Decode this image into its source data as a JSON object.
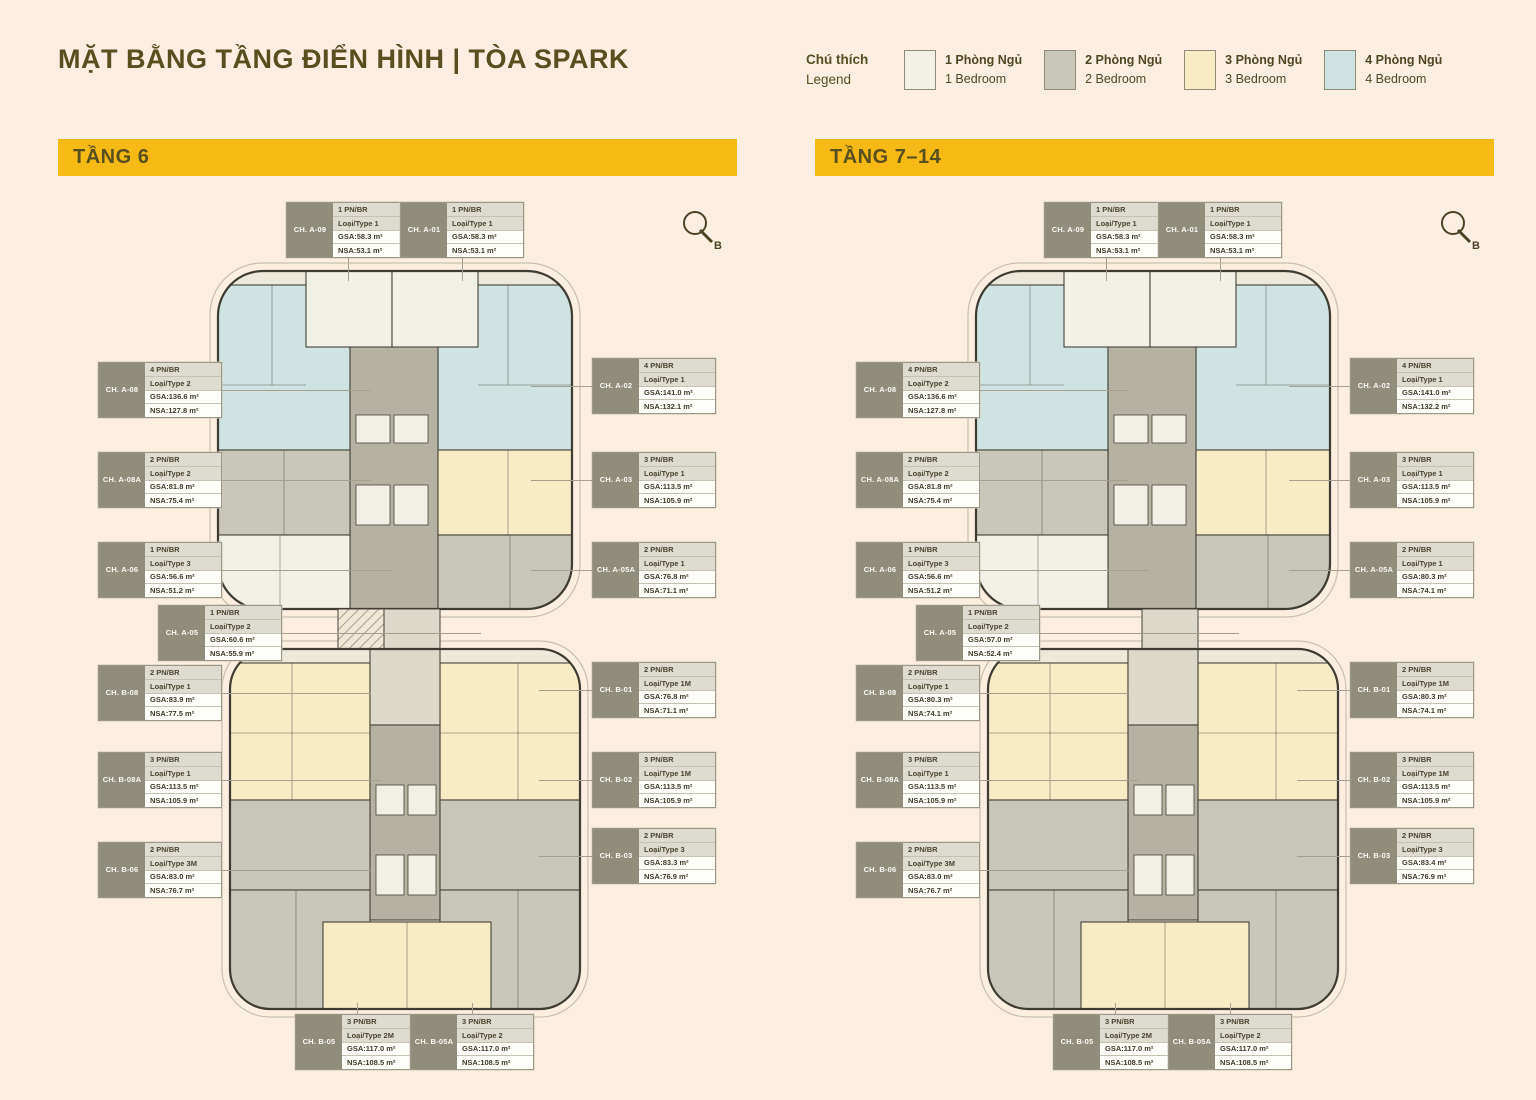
{
  "page": {
    "title": "MẶT BẰNG TẦNG ĐIỂN HÌNH | TÒA SPARK"
  },
  "legend": {
    "title_vi": "Chú thích",
    "title_en": "Legend",
    "items": [
      {
        "key": "1br",
        "label_vi": "1 Phòng Ngủ",
        "label_en": "1 Bedroom",
        "color": "#f2f1e8"
      },
      {
        "key": "2br",
        "label_vi": "2 Phòng Ngủ",
        "label_en": "2 Bedroom",
        "color": "#c9c6ba"
      },
      {
        "key": "3br",
        "label_vi": "3 Phòng Ngủ",
        "label_en": "3 Bedroom",
        "color": "#f7ecc4"
      },
      {
        "key": "4br",
        "label_vi": "4 Phòng Ngủ",
        "label_en": "4 Bedroom",
        "color": "#cfe4e2"
      }
    ]
  },
  "compass": {
    "label": "B"
  },
  "label_fields": {
    "gsa": "GSA",
    "nsa": "NSA",
    "sep": " : "
  },
  "plan_colors": {
    "base": "#ece9db",
    "core": "#b5b2a3",
    "corridor": "#dcd9ca",
    "wall": "#45423a",
    "outline": "#3e3b32",
    "balcony": "#c6c0ae",
    "hatch_line": "#8e8878",
    "hatch_bg": "#f0e8d6",
    "elevator": "#f2f0e6",
    "leader": "#a69f8e"
  },
  "floors": [
    {
      "banner": "TẦNG 6",
      "units": [
        {
          "id": "CH. A-09",
          "cat": "1br",
          "br": "1 PN/BR",
          "type": "Loại/Type 1",
          "gsa": "58.3 m²",
          "nsa": "53.1 m²"
        },
        {
          "id": "CH. A-01",
          "cat": "1br",
          "br": "1 PN/BR",
          "type": "Loại/Type 1",
          "gsa": "58.3 m²",
          "nsa": "53.1 m²"
        },
        {
          "id": "CH. A-08",
          "cat": "4br",
          "br": "4 PN/BR",
          "type": "Loại/Type 2",
          "gsa": "136.6 m²",
          "nsa": "127.8 m²"
        },
        {
          "id": "CH. A-08A",
          "cat": "2br",
          "br": "2 PN/BR",
          "type": "Loại/Type 2",
          "gsa": "81.8 m²",
          "nsa": "75.4 m²"
        },
        {
          "id": "CH. A-06",
          "cat": "1br",
          "br": "1 PN/BR",
          "type": "Loại/Type 3",
          "gsa": "56.6 m²",
          "nsa": "51.2 m²"
        },
        {
          "id": "CH. A-05",
          "cat": "1br",
          "br": "1 PN/BR",
          "type": "Loại/Type 2",
          "gsa": "60.6 m²",
          "nsa": "55.9 m²"
        },
        {
          "id": "CH. B-08",
          "cat": "2br",
          "br": "2 PN/BR",
          "type": "Loại/Type 1",
          "gsa": "83.9 m²",
          "nsa": "77.5 m²"
        },
        {
          "id": "CH. B-08A",
          "cat": "3br",
          "br": "3 PN/BR",
          "type": "Loại/Type 1",
          "gsa": "113.5 m²",
          "nsa": "105.9 m²"
        },
        {
          "id": "CH. B-06",
          "cat": "2br",
          "br": "2 PN/BR",
          "type": "Loại/Type 3M",
          "gsa": "83.0 m²",
          "nsa": "76.7 m²"
        },
        {
          "id": "CH. A-02",
          "cat": "4br",
          "br": "4 PN/BR",
          "type": "Loại/Type 1",
          "gsa": "141.0 m²",
          "nsa": "132.1 m²"
        },
        {
          "id": "CH. A-03",
          "cat": "3br",
          "br": "3 PN/BR",
          "type": "Loại/Type 1",
          "gsa": "113.5 m²",
          "nsa": "105.9 m²"
        },
        {
          "id": "CH. A-05A",
          "cat": "2br",
          "br": "2 PN/BR",
          "type": "Loại/Type 1",
          "gsa": "76.8 m²",
          "nsa": "71.1 m²"
        },
        {
          "id": "CH. B-01",
          "cat": "2br",
          "br": "2 PN/BR",
          "type": "Loại/Type 1M",
          "gsa": "76.8 m²",
          "nsa": "71.1 m²"
        },
        {
          "id": "CH. B-02",
          "cat": "3br",
          "br": "3 PN/BR",
          "type": "Loại/Type 1M",
          "gsa": "113.5 m²",
          "nsa": "105.9 m²"
        },
        {
          "id": "CH. B-03",
          "cat": "2br",
          "br": "2 PN/BR",
          "type": "Loại/Type 3",
          "gsa": "83.3 m²",
          "nsa": "76.9 m²"
        },
        {
          "id": "CH. B-05",
          "cat": "3br",
          "br": "3 PN/BR",
          "type": "Loại/Type 2M",
          "gsa": "117.0 m²",
          "nsa": "108.5 m²"
        },
        {
          "id": "CH. B-05A",
          "cat": "3br",
          "br": "3 PN/BR",
          "type": "Loại/Type 2",
          "gsa": "117.0 m²",
          "nsa": "108.5 m²"
        }
      ]
    },
    {
      "banner": "TẦNG 7–14",
      "units": [
        {
          "id": "CH. A-09",
          "cat": "1br",
          "br": "1 PN/BR",
          "type": "Loại/Type 1",
          "gsa": "58.3 m²",
          "nsa": "53.1 m²"
        },
        {
          "id": "CH. A-01",
          "cat": "1br",
          "br": "1 PN/BR",
          "type": "Loại/Type 1",
          "gsa": "58.3 m²",
          "nsa": "53.1 m²"
        },
        {
          "id": "CH. A-08",
          "cat": "4br",
          "br": "4 PN/BR",
          "type": "Loại/Type 2",
          "gsa": "136.6 m²",
          "nsa": "127.8 m²"
        },
        {
          "id": "CH. A-08A",
          "cat": "2br",
          "br": "2 PN/BR",
          "type": "Loại/Type 2",
          "gsa": "81.8 m²",
          "nsa": "75.4 m²"
        },
        {
          "id": "CH. A-06",
          "cat": "1br",
          "br": "1 PN/BR",
          "type": "Loại/Type 3",
          "gsa": "56.6 m²",
          "nsa": "51.2 m²"
        },
        {
          "id": "CH. A-05",
          "cat": "1br",
          "br": "1 PN/BR",
          "type": "Loại/Type 2",
          "gsa": "57.0 m²",
          "nsa": "52.4 m²"
        },
        {
          "id": "CH. B-08",
          "cat": "2br",
          "br": "2 PN/BR",
          "type": "Loại/Type 1",
          "gsa": "80.3 m²",
          "nsa": "74.1 m²"
        },
        {
          "id": "CH. B-08A",
          "cat": "3br",
          "br": "3 PN/BR",
          "type": "Loại/Type 1",
          "gsa": "113.5 m²",
          "nsa": "105.9 m²"
        },
        {
          "id": "CH. B-06",
          "cat": "2br",
          "br": "2 PN/BR",
          "type": "Loại/Type 3M",
          "gsa": "83.0 m²",
          "nsa": "76.7 m²"
        },
        {
          "id": "CH. A-02",
          "cat": "4br",
          "br": "4 PN/BR",
          "type": "Loại/Type 1",
          "gsa": "141.0 m²",
          "nsa": "132.2 m²"
        },
        {
          "id": "CH. A-03",
          "cat": "3br",
          "br": "3 PN/BR",
          "type": "Loại/Type 1",
          "gsa": "113.5 m²",
          "nsa": "105.9 m²"
        },
        {
          "id": "CH. A-05A",
          "cat": "2br",
          "br": "2 PN/BR",
          "type": "Loại/Type 1",
          "gsa": "80.3 m²",
          "nsa": "74.1 m²"
        },
        {
          "id": "CH. B-01",
          "cat": "2br",
          "br": "2 PN/BR",
          "type": "Loại/Type 1M",
          "gsa": "80.3 m²",
          "nsa": "74.1 m²"
        },
        {
          "id": "CH. B-02",
          "cat": "3br",
          "br": "3 PN/BR",
          "type": "Loại/Type 1M",
          "gsa": "113.5 m²",
          "nsa": "105.9 m²"
        },
        {
          "id": "CH. B-03",
          "cat": "2br",
          "br": "2 PN/BR",
          "type": "Loại/Type 3",
          "gsa": "83.4 m²",
          "nsa": "76.9 m²"
        },
        {
          "id": "CH. B-05",
          "cat": "3br",
          "br": "3 PN/BR",
          "type": "Loại/Type 2M",
          "gsa": "117.0 m²",
          "nsa": "108.5 m²"
        },
        {
          "id": "CH. B-05A",
          "cat": "3br",
          "br": "3 PN/BR",
          "type": "Loại/Type 2",
          "gsa": "117.0 m²",
          "nsa": "108.5 m²"
        }
      ]
    }
  ]
}
